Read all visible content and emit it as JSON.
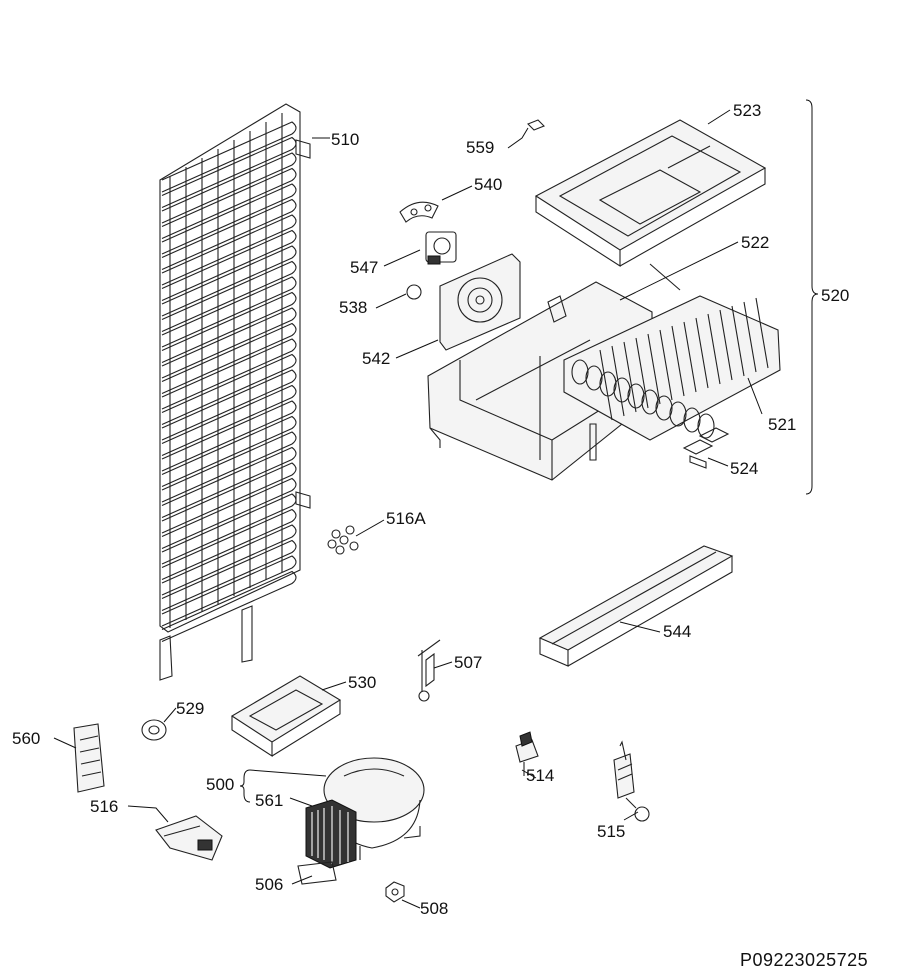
{
  "document_id": "P09223025725",
  "labels": {
    "p500": "500",
    "p506": "506",
    "p507": "507",
    "p508": "508",
    "p510": "510",
    "p514": "514",
    "p515": "515",
    "p516": "516",
    "p516A": "516A",
    "p520": "520",
    "p521": "521",
    "p522": "522",
    "p523": "523",
    "p524": "524",
    "p529": "529",
    "p530": "530",
    "p538": "538",
    "p540": "540",
    "p542": "542",
    "p544": "544",
    "p547": "547",
    "p559": "559",
    "p560": "560",
    "p561": "561"
  }
}
